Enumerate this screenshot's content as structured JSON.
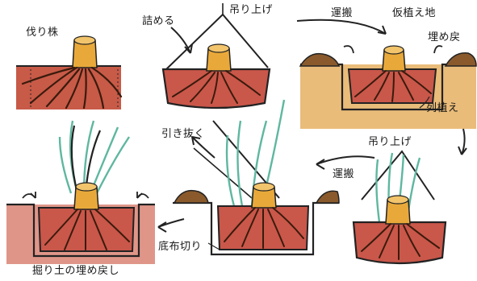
{
  "labels": {
    "felled_stump": "伐り株",
    "pack": "詰める",
    "lift_top": "吊り上げ",
    "transport_top": "運搬",
    "temp_planting_site": "仮植え地",
    "backfill_right": "埋め戻",
    "row_planting": "列植え",
    "lift_right": "吊り上げ",
    "pull_out": "引き抜く",
    "transport_mid": "運搬",
    "cut_base_cloth": "底布切り",
    "backfill_final": "掘り土の埋め戻し"
  },
  "colors": {
    "outline": "#1f1f1f",
    "soil_red": "#b94a3c",
    "soil_red_light": "#d98474",
    "stump": "#e9a93a",
    "stump_dark": "#b9772a",
    "root": "#7a3b1e",
    "pit_sand": "#e7b56a",
    "mound": "#8a5a2c",
    "sprout": "#5fb7a0",
    "sprout_dark": "#3b8a73"
  }
}
